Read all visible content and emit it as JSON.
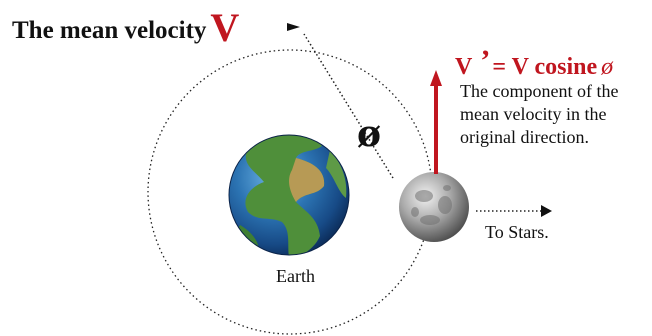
{
  "title": {
    "text": "The mean velocity",
    "symbol": "V"
  },
  "formula": {
    "left": "V",
    "prime": "’",
    "rest": "= V cosine",
    "angle_symbol": "ø"
  },
  "description": [
    "The component of the",
    "mean velocity in the",
    "original direction."
  ],
  "angle_label": "ø",
  "earth_label": "Earth",
  "stars_label": "To Stars.",
  "colors": {
    "accent": "#c0161f",
    "text": "#111111",
    "orbit": "#222222"
  }
}
